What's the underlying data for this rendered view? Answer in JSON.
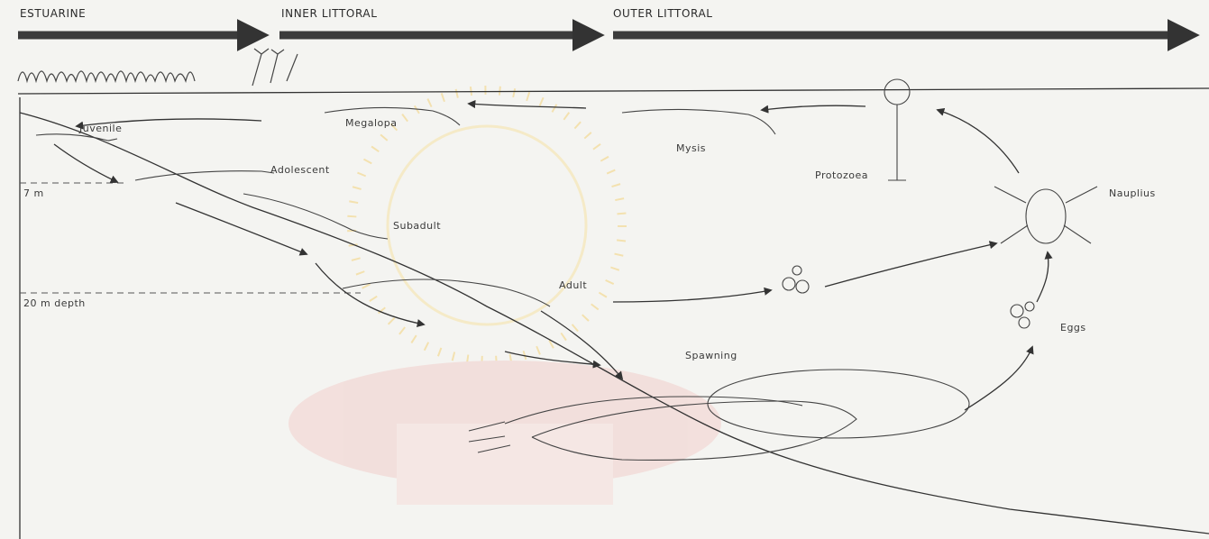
{
  "zones": {
    "estuarine": "ESTUARINE",
    "inner_littoral": "INNER LITTORAL",
    "outer_littoral": "OUTER LITTORAL"
  },
  "depths": {
    "shallow": "7 m",
    "deep": "20 m depth"
  },
  "stages": {
    "juvenile": "Juvenile",
    "megalopa": "Megalopa",
    "mysis": "Mysis",
    "protozoea": "Protozoea",
    "nauplius": "Nauplius",
    "adolescent": "Adolescent",
    "subadult": "Subadult",
    "adult": "Adult",
    "spawning": "Spawning",
    "eggs": "Eggs"
  },
  "colors": {
    "ink": "#3a3a3a",
    "zone_bar": "#3b3b3b",
    "background": "#f4f4f1",
    "watermark": "#f0c8c4"
  }
}
